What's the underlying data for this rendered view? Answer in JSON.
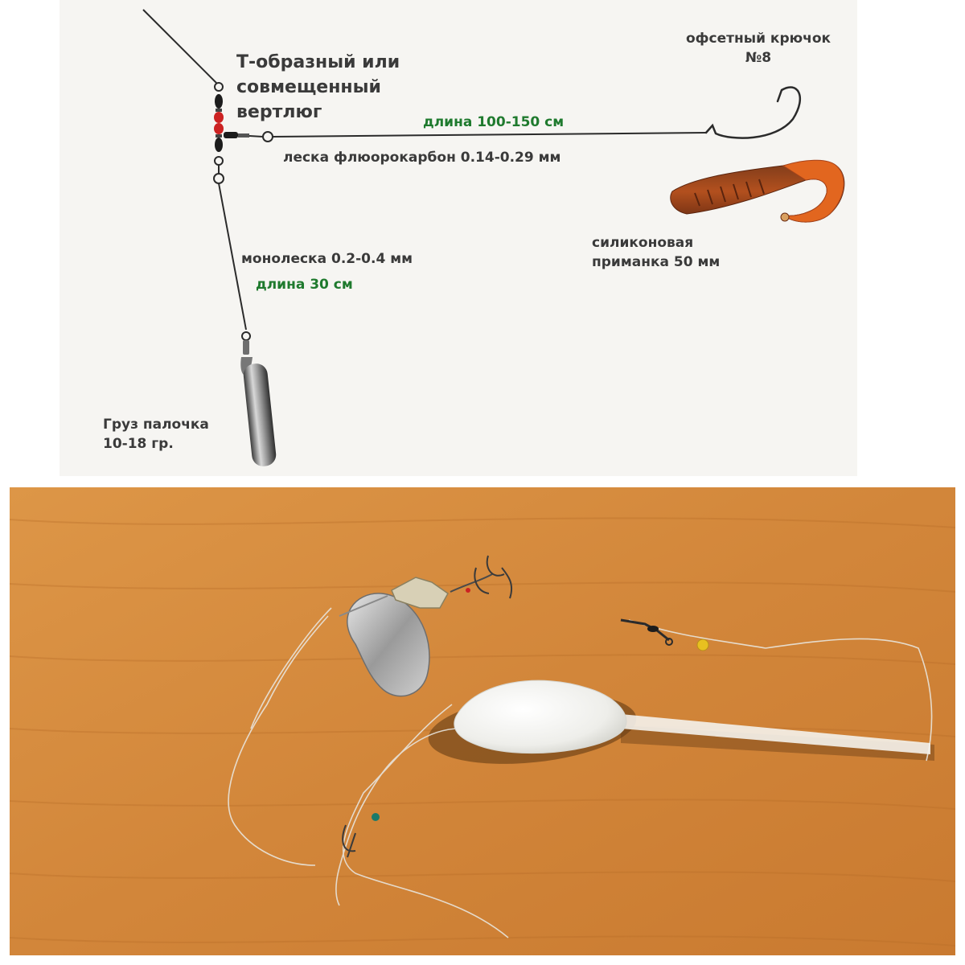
{
  "diagram": {
    "labels": {
      "swivel_line1": "Т-образный или",
      "swivel_line2": "совмещенный",
      "swivel_line3": "вертлюг",
      "hook_line1": "офсетный крючок",
      "hook_line2": "№8",
      "leader_length": "длина 100-150 см",
      "leader_line": "леска флюорокарбон 0.14-0.29 мм",
      "lure_line1": "силиконовая",
      "lure_line2": "приманка 50 мм",
      "mono_line": "монолеска 0.2-0.4 мм",
      "mono_length": "длина 30 см",
      "weight_line1": "Груз палочка",
      "weight_line2": "10-18 гр."
    },
    "colors": {
      "line": "#2b2b2b",
      "green_text": "#1f7a2e",
      "lure": "#c2521a",
      "bead": "#cc2222"
    }
  },
  "photo": {
    "colors": {
      "wood": "#d58a3a",
      "float": "#f2f2ee",
      "spinner": "#b8b8b8"
    }
  }
}
